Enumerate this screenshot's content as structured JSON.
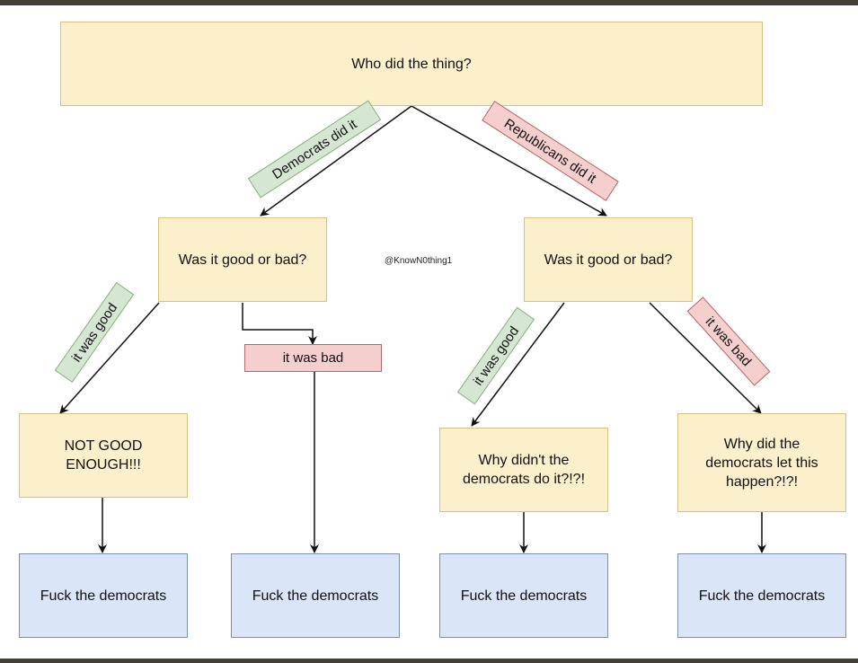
{
  "diagram": {
    "root": "Who did the thing?",
    "watermark": "@KnowN0thing1",
    "branches": {
      "democrats_label": "Democrats did it",
      "republicans_label": "Republicans did it"
    },
    "left_question": "Was it good or bad?",
    "right_question": "Was it good or bad?",
    "left_good_label": "it was good",
    "left_bad_label": "it was bad",
    "right_good_label": "it was good",
    "right_bad_label": "it was bad",
    "left_good_result": "NOT GOOD ENOUGH!!!",
    "right_good_result": "Why didn't the democrats do it?!?!",
    "right_bad_result": "Why did the democrats let this happen?!?!",
    "final_outcomes": [
      "Fuck the democrats",
      "Fuck the democrats",
      "Fuck the democrats",
      "Fuck the democrats"
    ],
    "colors": {
      "question_fill": "#fcefcb",
      "outcome_fill": "#dae6f8",
      "good_label_fill": "#d5e7d2",
      "bad_label_fill": "#f5cece"
    }
  }
}
